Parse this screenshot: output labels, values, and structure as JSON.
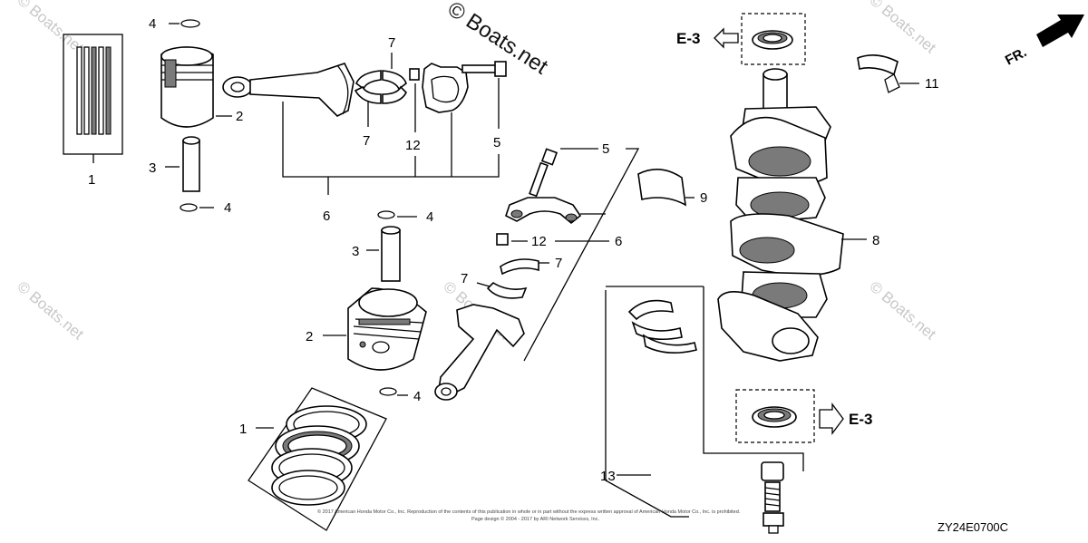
{
  "watermark": {
    "main": "© Boats.net",
    "tile": "© Boats.net"
  },
  "callouts": {
    "c1_top": "1",
    "c1_bottom": "1",
    "c2_top": "2",
    "c2_mid": "2",
    "c3_top": "3",
    "c3_mid": "3",
    "c4_a": "4",
    "c4_b": "4",
    "c4_c": "4",
    "c4_d": "4",
    "c5_a": "5",
    "c5_b": "5",
    "c6_a": "6",
    "c6_b": "6",
    "c7_a": "7",
    "c7_b": "7",
    "c7_c": "7",
    "c7_d": "7",
    "c8": "8",
    "c9": "9",
    "c11": "11",
    "c12_a": "12",
    "c12_b": "12",
    "c13": "13"
  },
  "refs": {
    "e3_top": "E-3",
    "e3_bottom": "E-3",
    "front": "FR."
  },
  "footer": {
    "copyright_line1": "© 2017 American Honda Motor Co., Inc. Reproduction of the contents of this publication in whole or in part without the express written approval of American Honda Motor Co., Inc. is prohibited.",
    "copyright_line2": "Page design © 2004 - 2017 by ARI Network Services, Inc.",
    "diagram_code": "ZY24E0700C"
  },
  "colors": {
    "line": "#000000",
    "watermark": "#c8c8c8",
    "shade": "#7a7a7a"
  }
}
